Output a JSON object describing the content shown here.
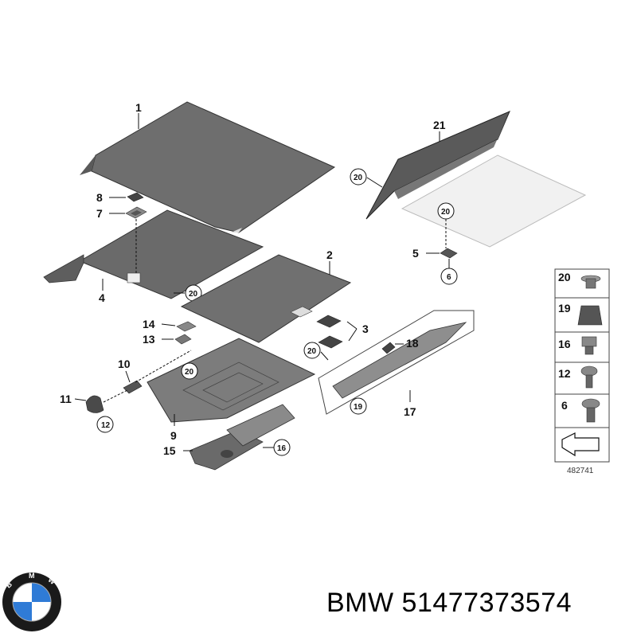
{
  "diagram": {
    "part_labels": {
      "p1": "1",
      "p2": "2",
      "p3": "3",
      "p4": "4",
      "p5": "5",
      "p6": "6",
      "p7": "7",
      "p8": "8",
      "p9": "9",
      "p10": "10",
      "p11": "11",
      "p12": "12",
      "p13": "13",
      "p14": "14",
      "p15": "15",
      "p16": "16",
      "p17": "17",
      "p18": "18",
      "p19": "19",
      "p20": "20",
      "p21": "21"
    },
    "legend_items": [
      "20",
      "19",
      "16",
      "12",
      "6"
    ],
    "reference_number": "482741"
  },
  "caption": {
    "text": "BMW 51477373574"
  },
  "logo": {
    "name": "bmw-logo",
    "colors": {
      "blue": "#2f7bd6",
      "white": "#ffffff",
      "ring": "#1a1a1a"
    }
  }
}
